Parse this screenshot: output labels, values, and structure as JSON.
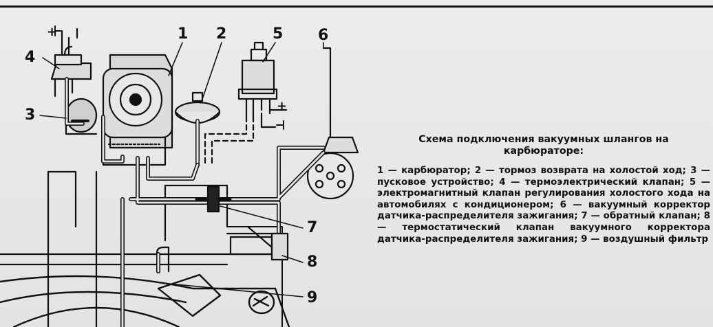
{
  "callouts": {
    "c1": "1",
    "c2": "2",
    "c3": "3",
    "c4": "4",
    "c5": "5",
    "c6": "6",
    "c7": "7",
    "c8": "8",
    "c9": "9"
  },
  "terminals": {
    "plus_top": "+",
    "plus_right": "+"
  },
  "caption": {
    "title": "Схема подключения вакуумных шлангов на карбюраторе:",
    "body": "1 — карбюратор; 2 — тормоз возврата на холостой ход; 3 — пусковое устройство; 4 — термоэлектрический клапан; 5 — электромагнитный клапан регулирования холостого хода на автомобилях с кондиционером; 6 — вакуумный корректор датчика-распределителя зажигания; 7 — обратный клапан; 8 — термостатический клапан вакуумного корректора датчика-распределителя зажигания; 9 — воздушный фильтр"
  },
  "colors": {
    "ink": "#111111",
    "paper": "#e7e7e7"
  }
}
